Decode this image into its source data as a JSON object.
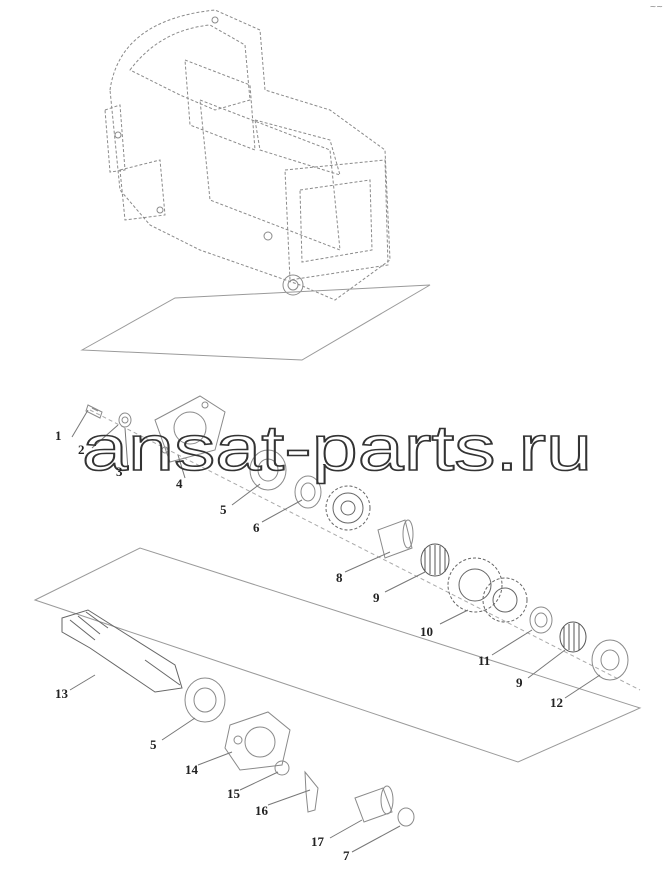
{
  "watermark": "ansat-parts.ru",
  "corner_mark": "~~",
  "callouts": [
    "1",
    "2",
    "3",
    "4",
    "5",
    "6",
    "8",
    "9",
    "10",
    "11",
    "9",
    "12",
    "13",
    "5",
    "14",
    "15",
    "16",
    "17",
    "7"
  ]
}
